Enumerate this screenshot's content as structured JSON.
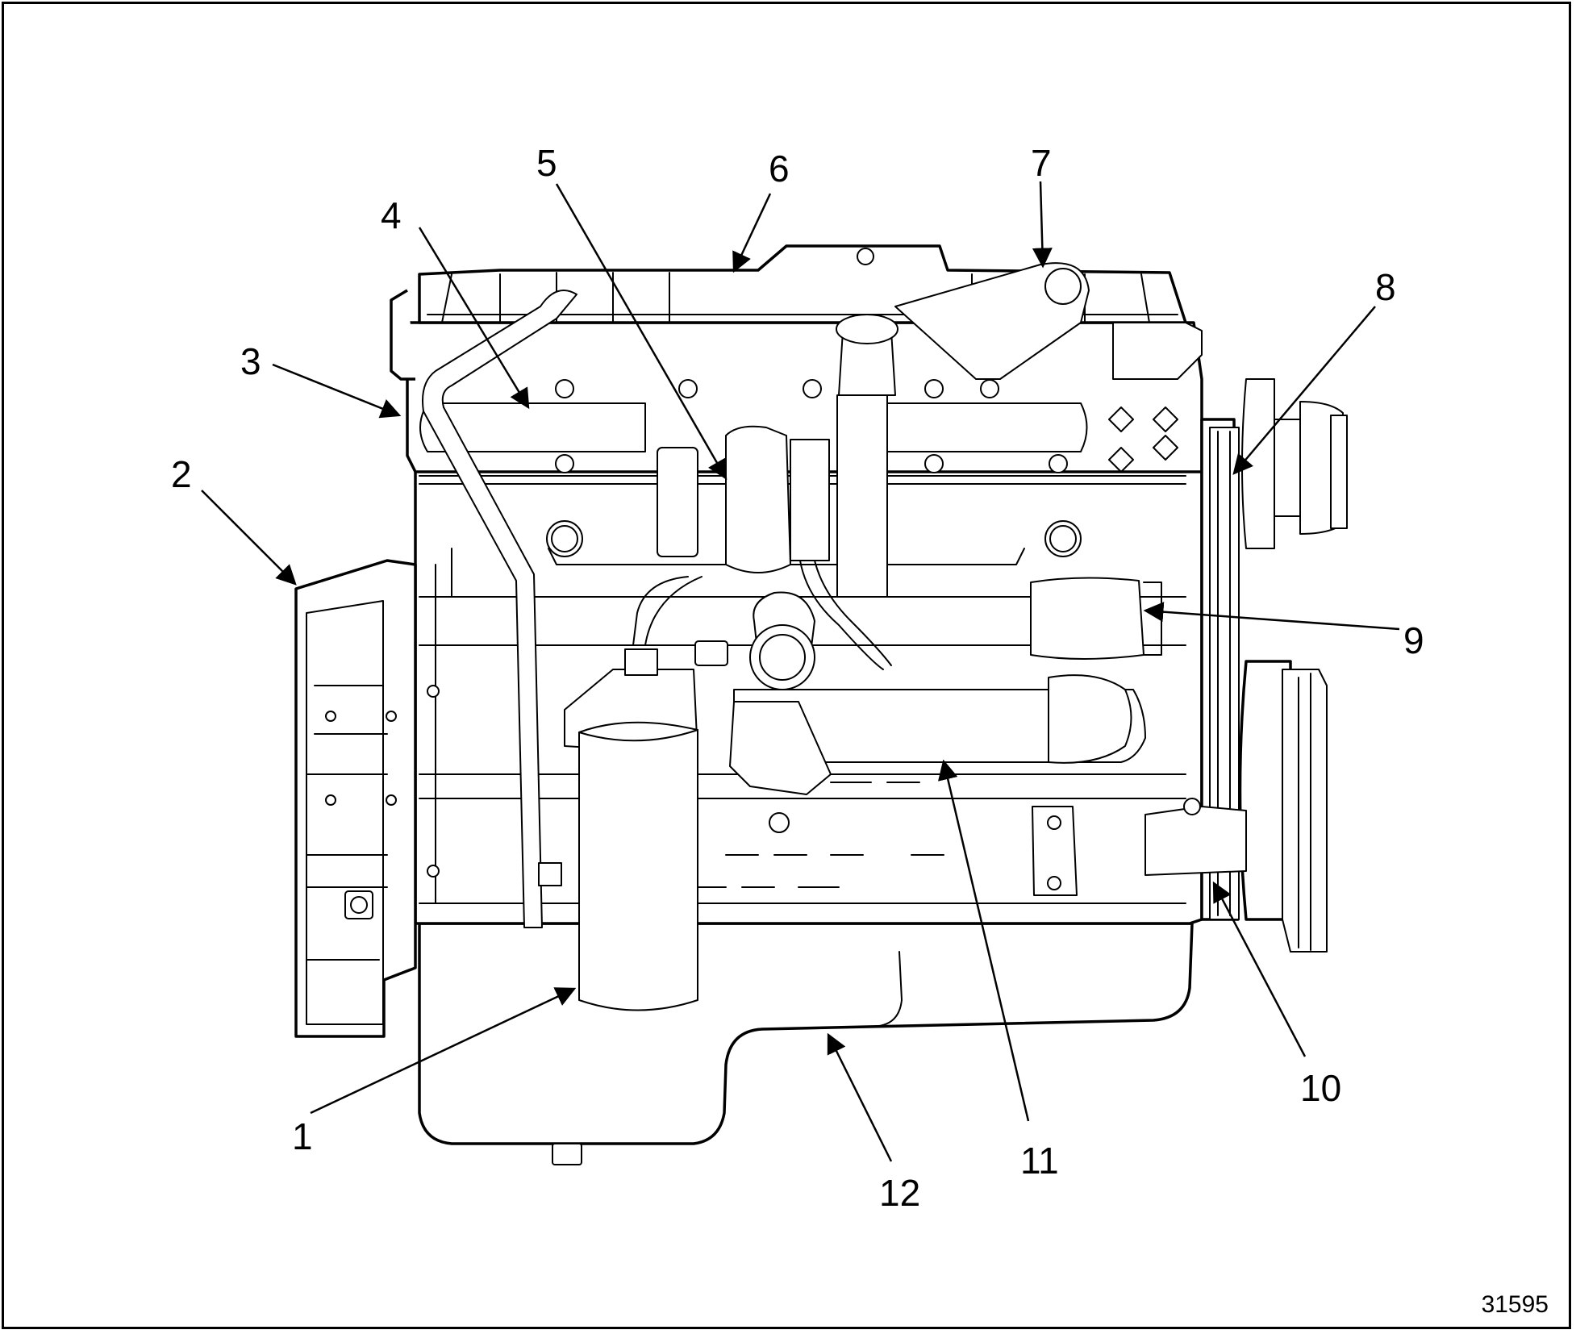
{
  "figure": {
    "figure_number": "31595",
    "callouts": [
      {
        "id": "1",
        "label": "1"
      },
      {
        "id": "2",
        "label": "2"
      },
      {
        "id": "3",
        "label": "3"
      },
      {
        "id": "4",
        "label": "4"
      },
      {
        "id": "5",
        "label": "5"
      },
      {
        "id": "6",
        "label": "6"
      },
      {
        "id": "7",
        "label": "7"
      },
      {
        "id": "8",
        "label": "8"
      },
      {
        "id": "9",
        "label": "9"
      },
      {
        "id": "10",
        "label": "10"
      },
      {
        "id": "11",
        "label": "11"
      },
      {
        "id": "12",
        "label": "12"
      }
    ]
  }
}
